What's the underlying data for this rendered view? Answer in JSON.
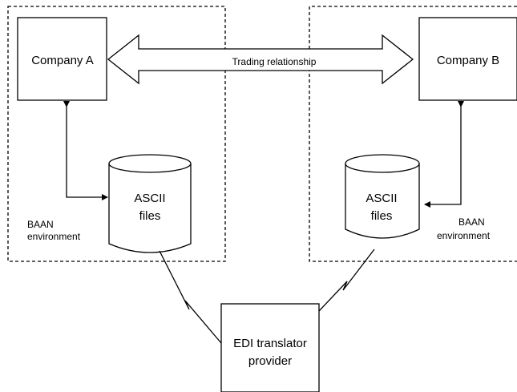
{
  "company_a": {
    "label": "Company A"
  },
  "company_b": {
    "label": "Company B"
  },
  "trading": {
    "label": "Trading relationship"
  },
  "ascii_left": {
    "line1": "ASCII",
    "line2": "files"
  },
  "ascii_right": {
    "line1": "ASCII",
    "line2": "files"
  },
  "env_left": {
    "line1": "BAAN",
    "line2": "environment"
  },
  "env_right": {
    "line1": "BAAN",
    "line2": "environment"
  },
  "edi": {
    "line1": "EDI translator",
    "line2": "provider"
  },
  "colors": {
    "stroke": "#000000",
    "background": "#ffffff"
  }
}
